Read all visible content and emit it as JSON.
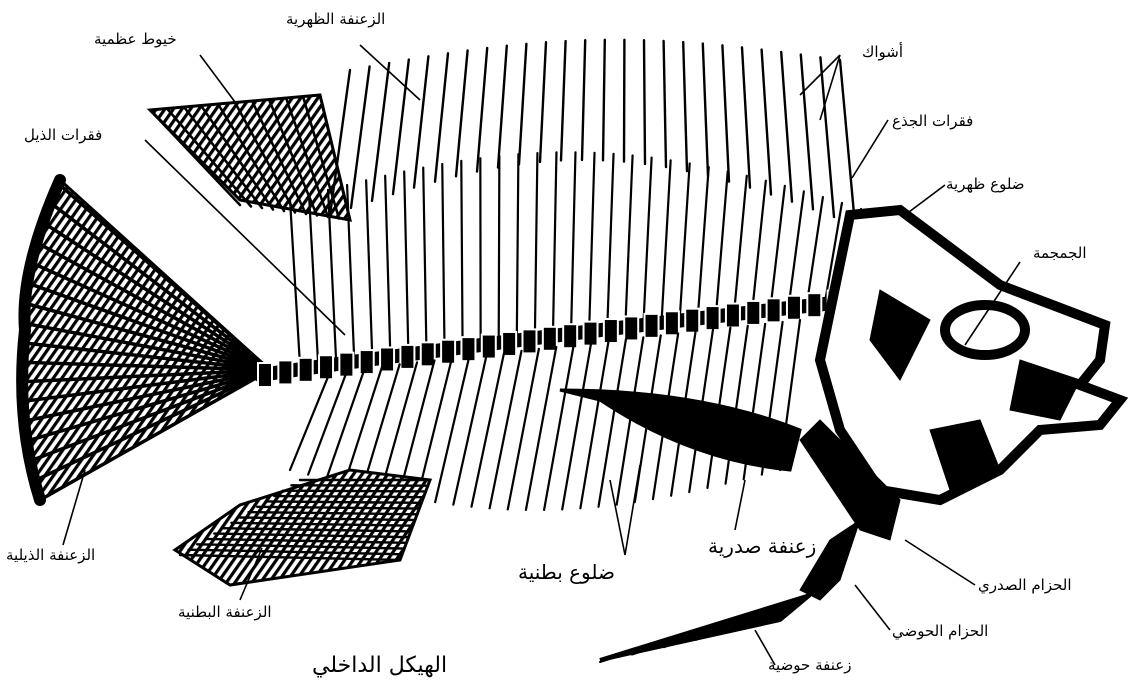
{
  "diagram": {
    "caption": "الهيكل الداخلي",
    "ink_color": "#000000",
    "background": "#ffffff",
    "labels": {
      "bony_rays": "خيوط عظمية",
      "dorsal_fin": "الزعنفة الظهرية",
      "spines": "أشواك",
      "tail_vertebrae": "فقرات الذيل",
      "trunk_vertebrae": "فقرات الجذع",
      "dorsal_ribs": "ضلوع ظهرية",
      "skull": "الجمجمة",
      "caudal_fin": "الزعنفة الذيلية",
      "pectoral_fin": "زعنفة صدرية",
      "ventral_ribs": "ضلوع بطنية",
      "anal_fin": "الزعنفة البطنية",
      "pectoral_girdle": "الحزام الصدري",
      "pelvic_girdle": "الحزام الحوضي",
      "pelvic_fin": "زعنفة حوضية"
    }
  }
}
